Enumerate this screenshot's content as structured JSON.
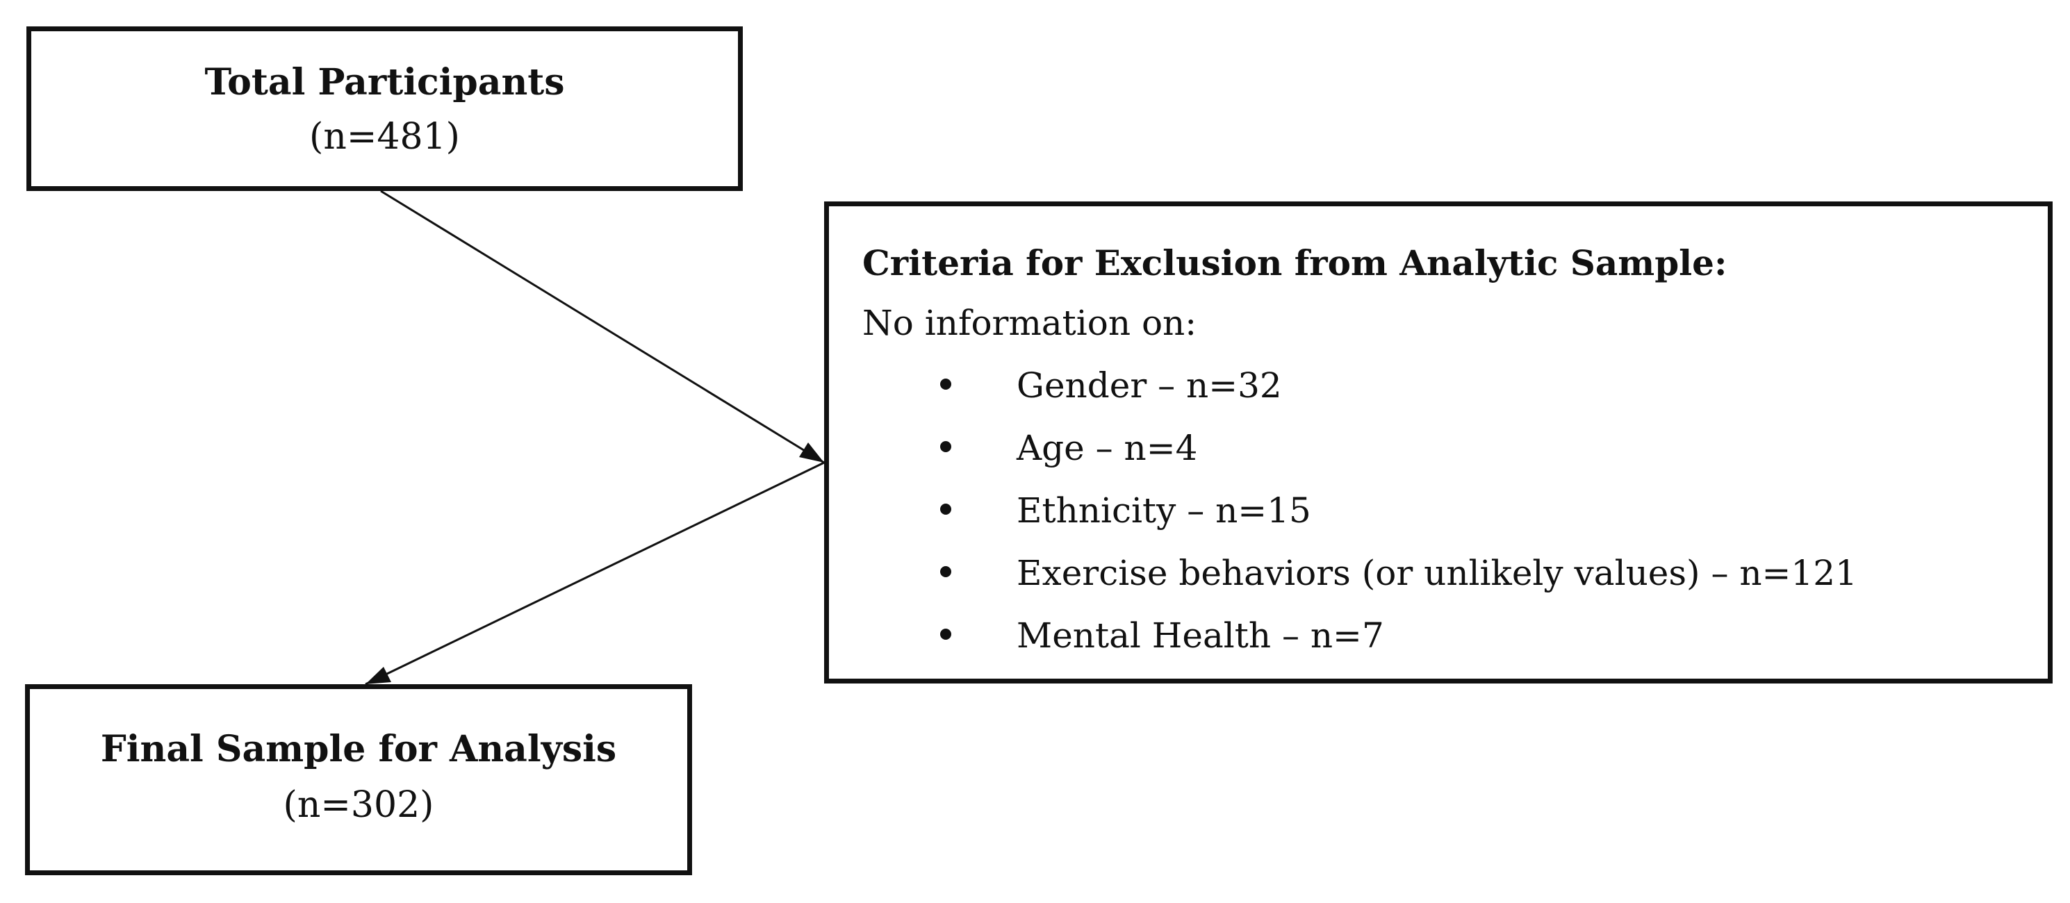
{
  "total_box": {
    "title": "Total Participants",
    "count": "(n=481)"
  },
  "exclusion_box": {
    "heading": "Criteria for Exclusion from Analytic Sample:",
    "intro": "No information on:",
    "items": [
      "Gender – n=32",
      "Age – n=4",
      "Ethnicity – n=15",
      "Exercise behaviors (or unlikely values) – n=121",
      "Mental Health – n=7"
    ]
  },
  "final_box": {
    "title": "Final Sample for Analysis",
    "count": "(n=302)"
  }
}
